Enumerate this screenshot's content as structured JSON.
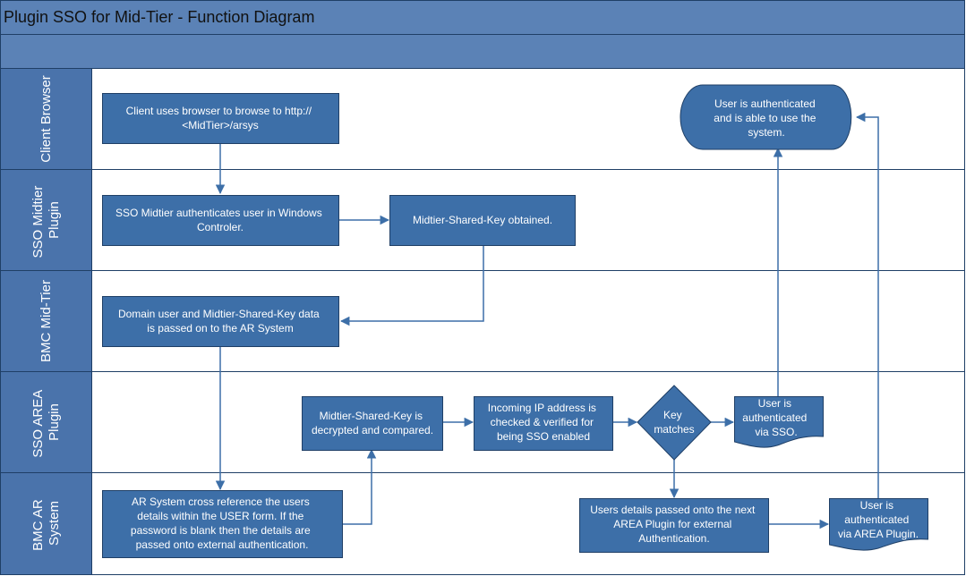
{
  "title": "Plugin SSO for Mid-Tier - Function Diagram",
  "colors": {
    "header": "#5b82b6",
    "lane_label": "#4a73ab",
    "box_fill": "#3d6fa8",
    "box_stroke": "#1f3f66",
    "arrow": "#3d6fa8",
    "border": "#1f3f66"
  },
  "lanes": [
    {
      "id": "client",
      "label": [
        "Client Browser"
      ]
    },
    {
      "id": "sso-midtier",
      "label": [
        "SSO Midtier",
        "Plugin"
      ]
    },
    {
      "id": "bmc-midtier",
      "label": [
        "BMC Mid-Tier"
      ]
    },
    {
      "id": "sso-area",
      "label": [
        "SSO AREA",
        "Plugin"
      ]
    },
    {
      "id": "bmc-ar",
      "label": [
        "BMC AR",
        "System"
      ]
    }
  ],
  "nodes": {
    "client_browse": {
      "shape": "process",
      "lines": [
        "Client uses browser to browse to http://",
        "<MidTier>/arsys"
      ]
    },
    "user_auth_final": {
      "shape": "terminator",
      "lines": [
        "User is authenticated",
        "and is able to use the",
        "system."
      ]
    },
    "sso_auth_windows": {
      "shape": "process",
      "lines": [
        "SSO Midtier authenticates user in Windows",
        "Controler."
      ]
    },
    "key_obtained": {
      "shape": "process",
      "lines": [
        "Midtier-Shared-Key obtained."
      ]
    },
    "domain_user_passed": {
      "shape": "process",
      "lines": [
        "Domain user and Midtier-Shared-Key  data",
        "is passed on to the AR System"
      ]
    },
    "key_decrypted": {
      "shape": "process",
      "lines": [
        "Midtier-Shared-Key is",
        "decrypted and compared."
      ]
    },
    "ip_checked": {
      "shape": "process",
      "lines": [
        "Incoming IP address is",
        "checked & verified for",
        "being SSO enabled"
      ]
    },
    "key_matches": {
      "shape": "decision",
      "lines": [
        "Key",
        "matches"
      ]
    },
    "auth_via_sso": {
      "shape": "document",
      "lines": [
        "User is",
        "authenticated",
        "via SSO."
      ]
    },
    "ar_cross_ref": {
      "shape": "process",
      "lines": [
        "AR System cross reference the users",
        "details within the USER form. If the",
        "password is blank then the details are",
        "passed onto external authentication."
      ]
    },
    "next_area_plugin": {
      "shape": "process",
      "lines": [
        "Users details passed onto the next",
        "AREA Plugin for external",
        "Authentication."
      ]
    },
    "auth_via_area": {
      "shape": "document",
      "lines": [
        "User is",
        "authenticated",
        "via AREA Plugin."
      ]
    }
  },
  "edges": [
    {
      "from": "client_browse",
      "to": "sso_auth_windows"
    },
    {
      "from": "sso_auth_windows",
      "to": "key_obtained"
    },
    {
      "from": "key_obtained",
      "to": "domain_user_passed"
    },
    {
      "from": "domain_user_passed",
      "to": "ar_cross_ref"
    },
    {
      "from": "ar_cross_ref",
      "to": "key_decrypted"
    },
    {
      "from": "key_decrypted",
      "to": "ip_checked"
    },
    {
      "from": "ip_checked",
      "to": "key_matches"
    },
    {
      "from": "key_matches",
      "to": "auth_via_sso"
    },
    {
      "from": "key_matches",
      "to": "next_area_plugin"
    },
    {
      "from": "auth_via_sso",
      "to": "user_auth_final"
    },
    {
      "from": "next_area_plugin",
      "to": "auth_via_area"
    },
    {
      "from": "auth_via_area",
      "to": "user_auth_final"
    }
  ]
}
